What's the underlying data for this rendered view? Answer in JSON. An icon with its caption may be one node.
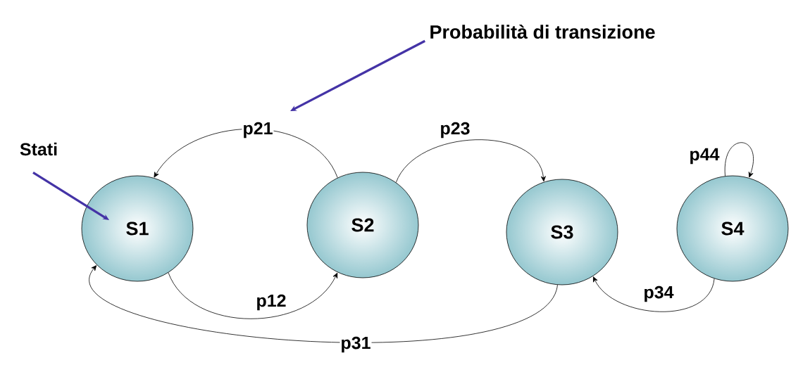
{
  "diagram": {
    "nodes": [
      {
        "text": [
          "Probabilità di transizione"
        ]
      },
      {
        "text": [
          "Stati"
        ]
      },
      {
        "text": [
          "S1"
        ]
      },
      {
        "text": [
          "S2"
        ]
      },
      {
        "text": [
          "S3"
        ]
      },
      {
        "text": [
          "S4"
        ]
      }
    ],
    "edges": [
      {
        "from": 0,
        "to": null,
        "arrow": "to",
        "style": "thick",
        "color": "#4433a6"
      },
      {
        "from": 1,
        "to": 2,
        "arrow": "to",
        "style": "thick",
        "color": "#4433a6"
      },
      {
        "from": 3,
        "to": 2,
        "arrow": "to",
        "label": "p21"
      },
      {
        "from": 3,
        "to": 4,
        "arrow": "to",
        "label": "p23"
      },
      {
        "from": 5,
        "to": 5,
        "arrow": "to",
        "label": "p44"
      },
      {
        "from": 2,
        "to": 3,
        "arrow": "to",
        "label": "p12"
      },
      {
        "from": 5,
        "to": 4,
        "arrow": "to",
        "label": "p34"
      },
      {
        "from": 4,
        "to": 2,
        "arrow": "to",
        "label": "p31"
      }
    ]
  }
}
